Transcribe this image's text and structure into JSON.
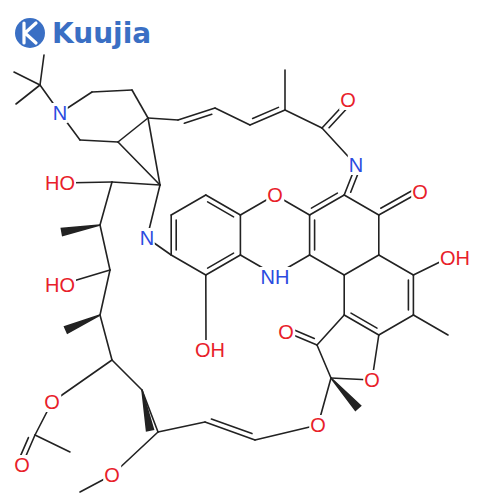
{
  "diagram": {
    "labels": [
      "Kuujia",
      "N",
      "HO",
      "N",
      "O",
      "N",
      "O",
      "O",
      "OH",
      "HO",
      "NH",
      "OH",
      "O",
      "O",
      "O",
      "O",
      "O",
      "O"
    ]
  }
}
